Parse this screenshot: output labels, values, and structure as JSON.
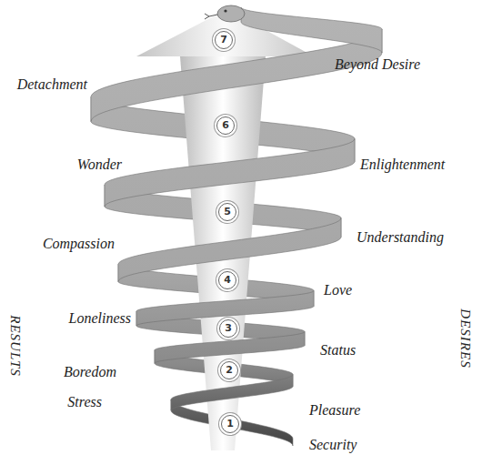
{
  "diagram": {
    "nodes": [
      {
        "text": [
          "7"
        ]
      },
      {
        "text": [
          "6"
        ]
      },
      {
        "text": [
          "5"
        ]
      },
      {
        "text": [
          "4"
        ]
      },
      {
        "text": [
          "3"
        ]
      },
      {
        "text": [
          "2"
        ]
      },
      {
        "text": [
          "1"
        ]
      }
    ],
    "labels": [
      "Beyond Desire",
      "Detachment",
      "Enlightenment",
      "Wonder",
      "Understanding",
      "Compassion",
      "Love",
      "Loneliness",
      "Status",
      "Boredom",
      "Pleasure",
      "Stress",
      "Security",
      "RESULTS",
      "DESIRES"
    ]
  }
}
